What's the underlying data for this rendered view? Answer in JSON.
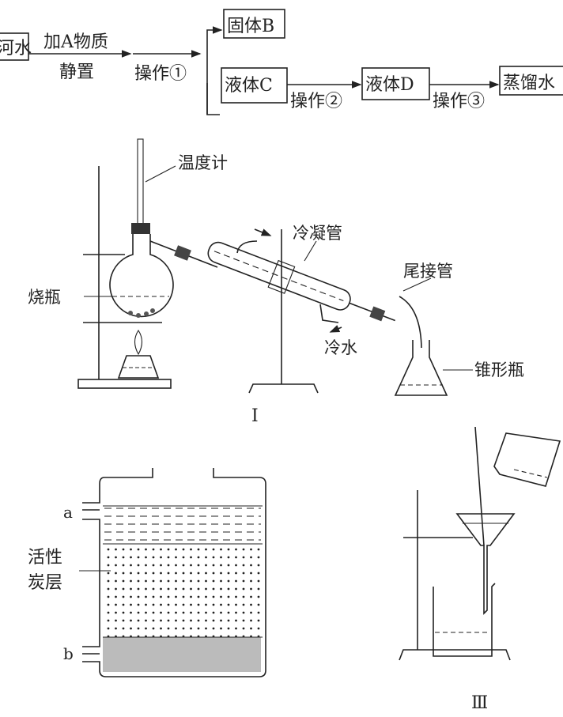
{
  "flowchart": {
    "start": "河水",
    "step1_top": "加A物质",
    "step1_bottom": "静置",
    "op1": "操作①",
    "solid": "固体B",
    "liquid_c": "液体C",
    "op2": "操作②",
    "liquid_d": "液体D",
    "op3": "操作③",
    "end": "蒸馏水"
  },
  "apparatus1": {
    "thermometer": "温度计",
    "flask": "烧瓶",
    "condenser": "冷凝管",
    "adapter": "尾接管",
    "cold_water": "冷水",
    "erlenmeyer": "锥形瓶",
    "numeral": "Ⅰ"
  },
  "apparatus2": {
    "inlet_a": "a",
    "inlet_b": "b",
    "carbon_line1": "活性",
    "carbon_line2": "炭层"
  },
  "apparatus3": {
    "numeral": "Ⅲ"
  }
}
